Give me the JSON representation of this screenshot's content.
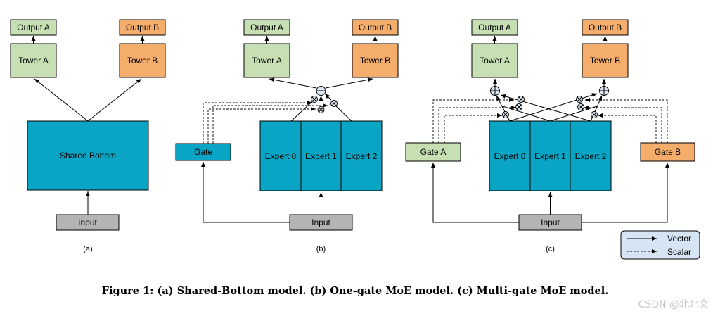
{
  "colors": {
    "green": "#c6e0b4",
    "orange": "#f5ad6c",
    "teal": "#0aa4c4",
    "gray": "#b4b4b4",
    "legend_bg": "#d6e4f4"
  },
  "panel_a": {
    "output_a": "Output A",
    "output_b": "Output B",
    "tower_a": "Tower A",
    "tower_b": "Tower B",
    "shared_bottom": "Shared Bottom",
    "input": "Input",
    "label": "(a)"
  },
  "panel_b": {
    "output_a": "Output A",
    "output_b": "Output B",
    "tower_a": "Tower A",
    "tower_b": "Tower B",
    "gate": "Gate",
    "experts": [
      "Expert 0",
      "Expert 1",
      "Expert 2"
    ],
    "input": "Input",
    "label": "(b)"
  },
  "panel_c": {
    "output_a": "Output A",
    "output_b": "Output B",
    "tower_a": "Tower A",
    "tower_b": "Tower B",
    "gate_a": "Gate A",
    "gate_b": "Gate B",
    "experts": [
      "Expert 0",
      "Expert 1",
      "Expert 2"
    ],
    "input": "Input",
    "label": "(c)"
  },
  "legend": {
    "vector": "Vector",
    "scalar": "Scalar"
  },
  "caption": "Figure 1: (a) Shared-Bottom model. (b) One-gate MoE model. (c) Multi-gate MoE model.",
  "watermark": "CSDN @北北文"
}
